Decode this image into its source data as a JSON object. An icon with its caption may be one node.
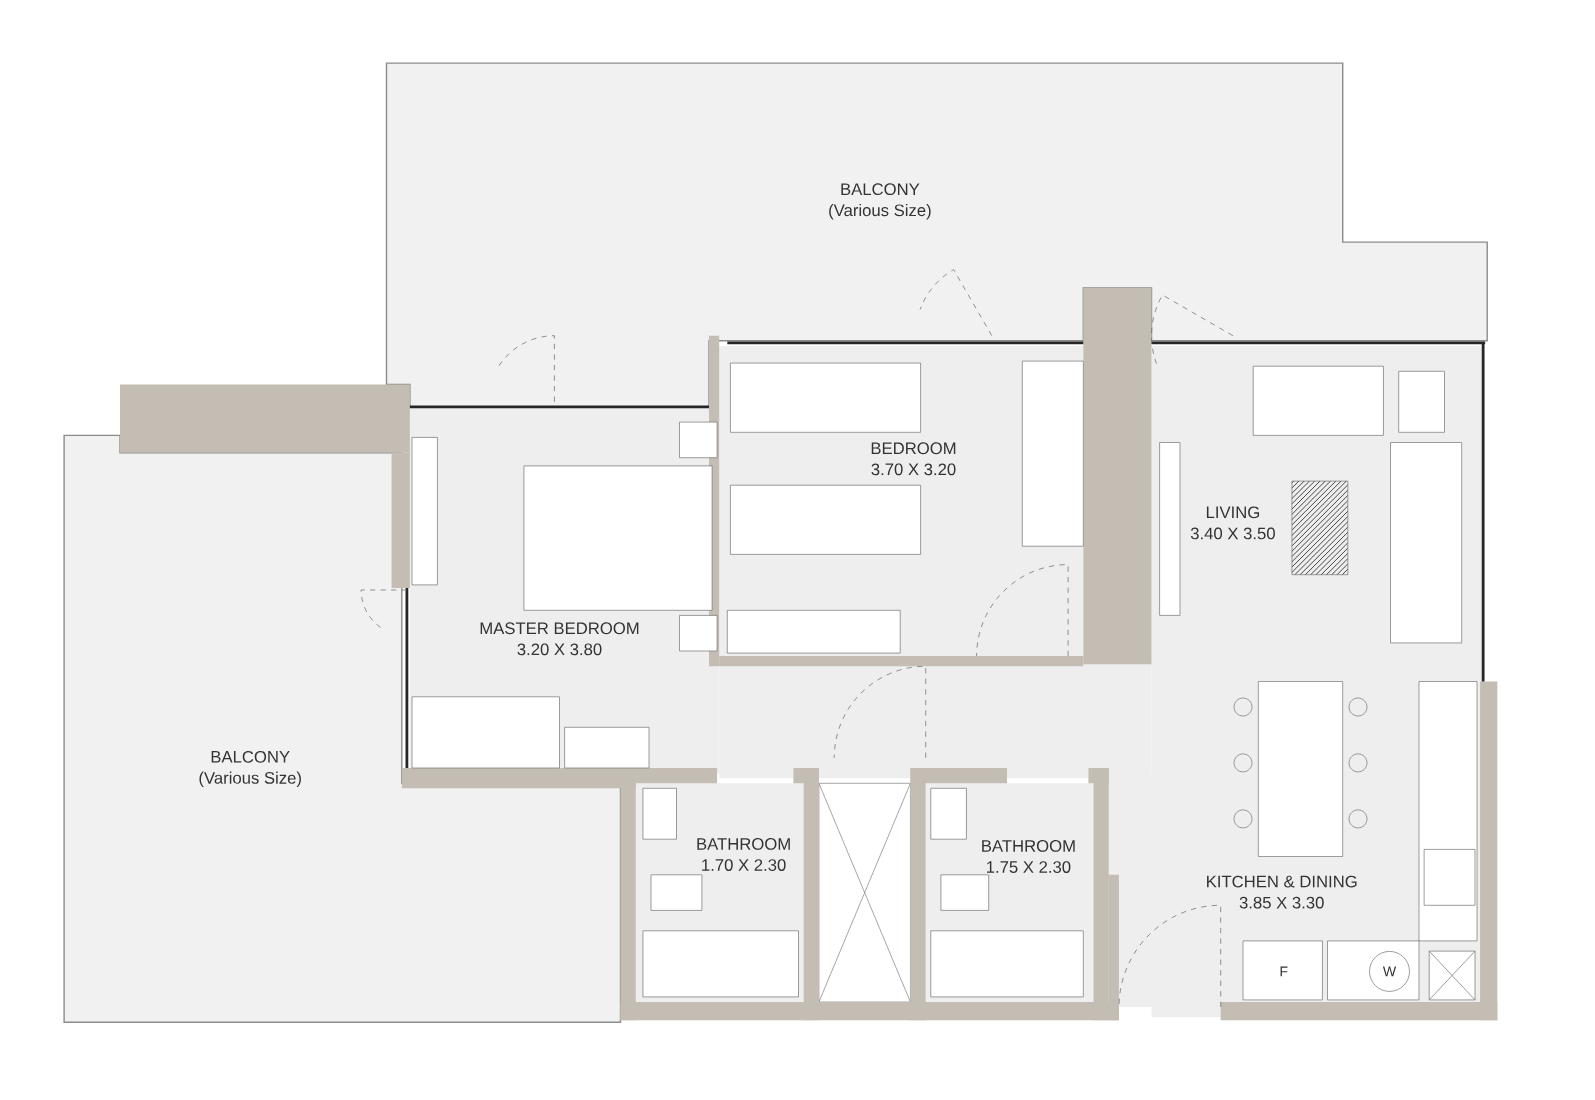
{
  "diagram": {
    "nodes": [
      {
        "text": [
          "BALCONY",
          "(Various Size)"
        ]
      },
      {
        "text": [
          "BEDROOM",
          "3.70 X 3.20"
        ]
      },
      {
        "text": [
          "LIVING",
          "3.40 X 3.50"
        ]
      },
      {
        "text": [
          "MASTER BEDROOM",
          "3.20 X 3.80"
        ]
      },
      {
        "text": [
          "BALCONY",
          "(Various Size)"
        ]
      },
      {
        "text": [
          "BATHROOM",
          "1.70 X 2.30"
        ]
      },
      {
        "text": [
          "BATHROOM",
          "1.75 X 2.30"
        ]
      },
      {
        "text": [
          "KITCHEN & DINING",
          "3.85 X 3.30"
        ]
      }
    ],
    "labels": [
      "F",
      "W"
    ]
  }
}
